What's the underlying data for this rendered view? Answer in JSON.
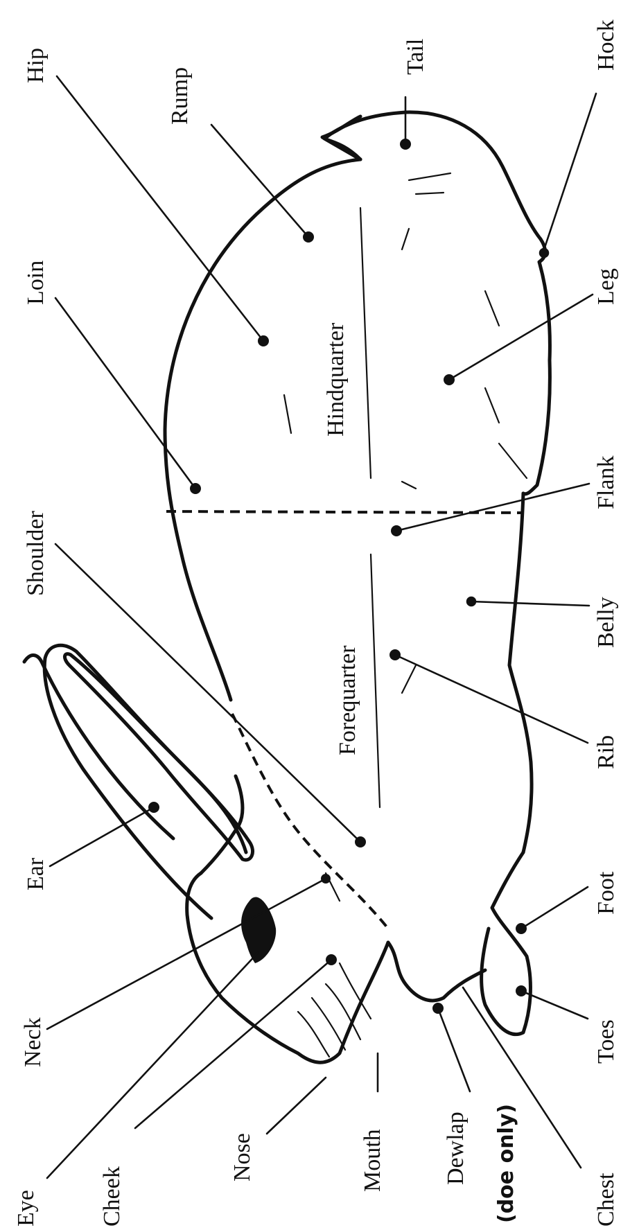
{
  "labels": {
    "hip": "Hip",
    "rump": "Rump",
    "tail": "Tail",
    "hock": "Hock",
    "loin": "Loin",
    "leg": "Leg",
    "hindquarter": "Hindquarter",
    "shoulder": "Shoulder",
    "flank": "Flank",
    "belly": "Belly",
    "forequarter": "Forequarter",
    "rib": "Rib",
    "ear": "Ear",
    "foot": "Foot",
    "neck": "Neck",
    "toes": "Toes",
    "nose": "Nose",
    "mouth": "Mouth",
    "eye": "Eye",
    "cheek": "Cheek",
    "dewlap": "Dewlap",
    "doe_only": "(doe only)",
    "chest": "Chest"
  }
}
